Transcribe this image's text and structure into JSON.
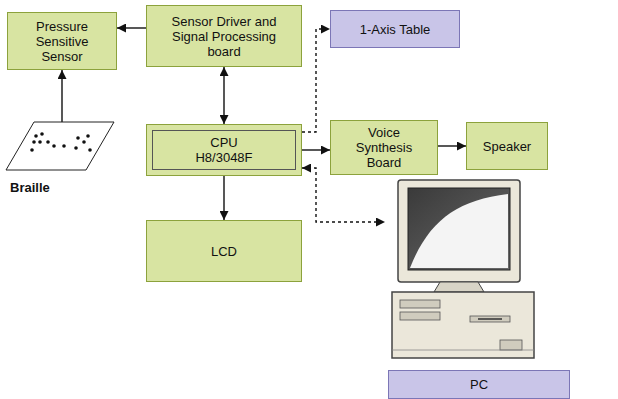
{
  "diagram": {
    "nodes": [
      {
        "text": [
          "Pressure Sensitive Sensor"
        ]
      },
      {
        "text": [
          "Sensor Driver and Signal Processing board"
        ]
      },
      {
        "text": [
          "1-Axis Table"
        ]
      },
      {
        "text": [
          "CPU H8/3048F"
        ]
      },
      {
        "text": [
          "Voice Synthesis Board"
        ]
      },
      {
        "text": [
          "Speaker"
        ]
      },
      {
        "text": [
          "Braille"
        ]
      },
      {
        "text": [
          "LCD"
        ]
      },
      {
        "text": [
          "PC"
        ]
      }
    ],
    "edges": [
      {
        "from": 1,
        "to": 0,
        "arrow": "to"
      },
      {
        "from": 6,
        "to": 0,
        "arrow": "to"
      },
      {
        "from": 1,
        "to": 3,
        "arrow": "both"
      },
      {
        "from": 3,
        "to": 2,
        "arrow": "to"
      },
      {
        "from": 3,
        "to": 4,
        "arrow": "to"
      },
      {
        "from": 4,
        "to": 5,
        "arrow": "to"
      },
      {
        "from": 3,
        "to": 7,
        "arrow": "to"
      },
      {
        "from": 3,
        "to": 8,
        "arrow": "both"
      }
    ]
  }
}
